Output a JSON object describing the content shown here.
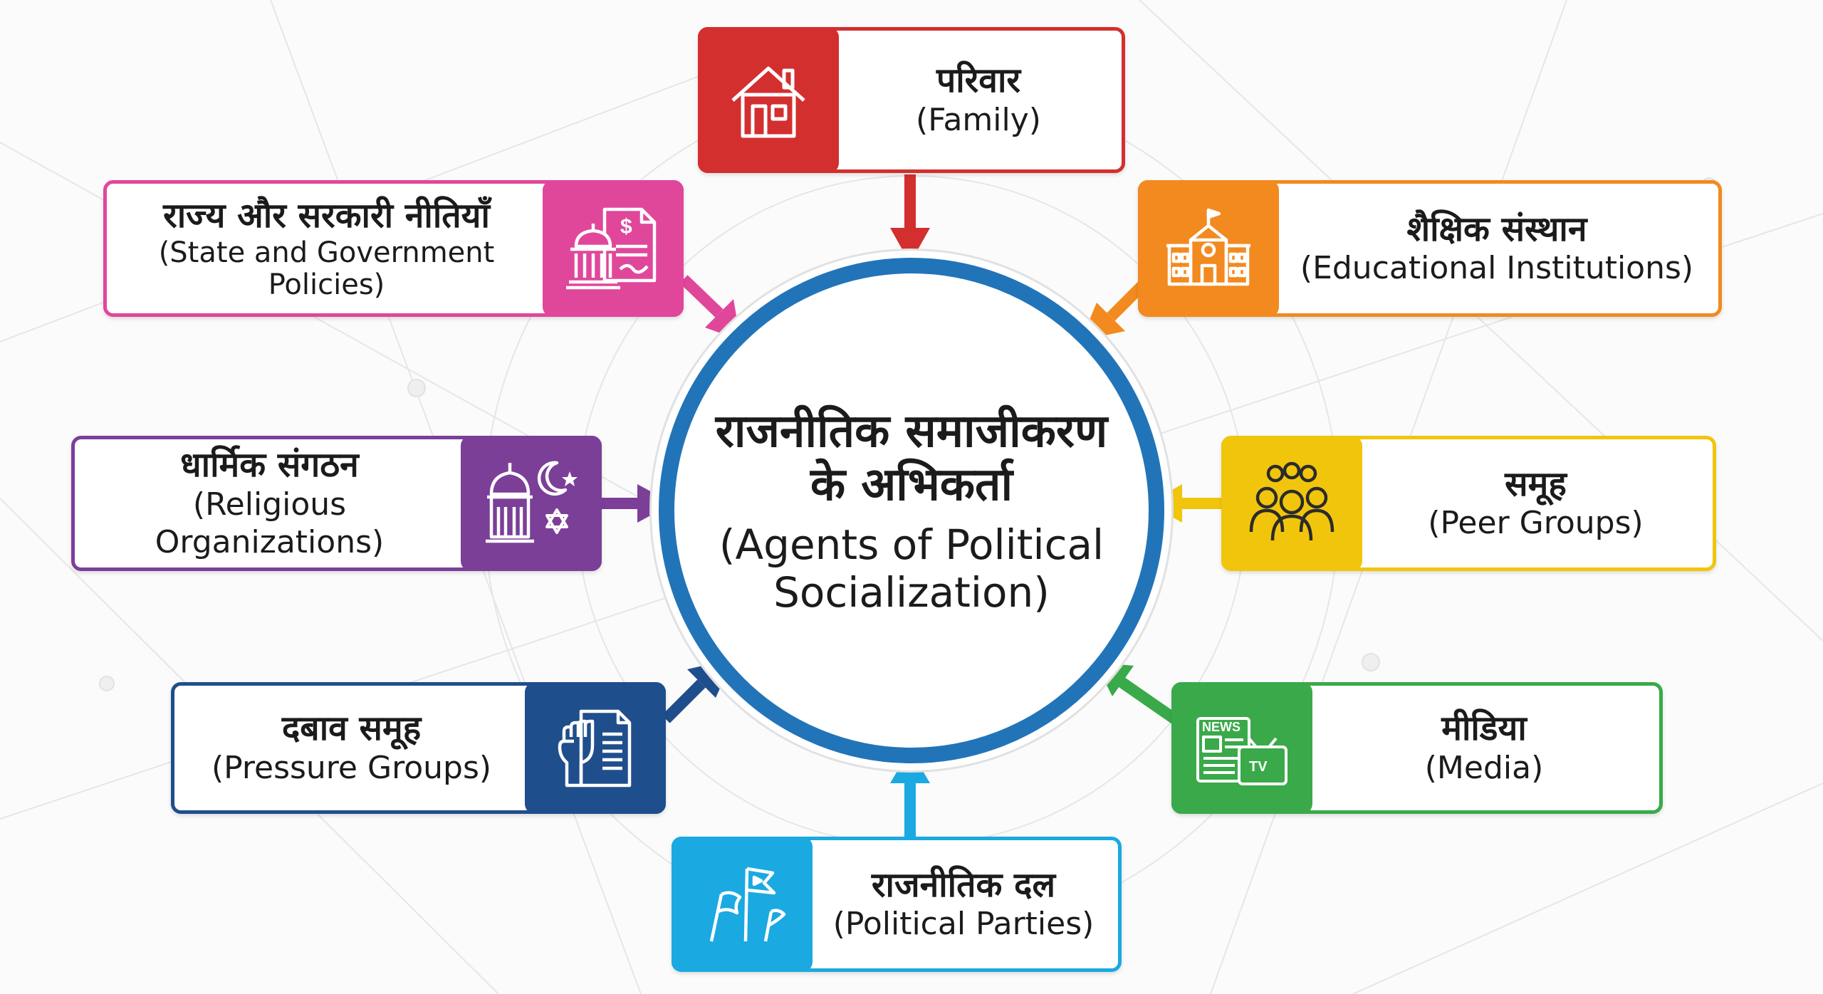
{
  "center": {
    "hindi": "राजनीतिक समाजीकरण के अभिकर्ता",
    "english": "(Agents of Political Socialization)",
    "color": "#2274b9"
  },
  "agents": [
    {
      "id": "family",
      "hindi": "परिवार",
      "english": "(Family)",
      "color": "#d32f2f",
      "icon": "house-icon"
    },
    {
      "id": "education",
      "hindi": "शैक्षिक संस्थान",
      "english": "(Educational Institutions)",
      "color": "#f28a1f",
      "icon": "school-building-icon"
    },
    {
      "id": "peer",
      "hindi": "समूह",
      "english": "(Peer Groups)",
      "color": "#f2c50d",
      "icon": "people-group-icon"
    },
    {
      "id": "media",
      "hindi": "मीडिया",
      "english": "(Media)",
      "color": "#3aa94a",
      "icon": "news-tv-icon"
    },
    {
      "id": "parties",
      "hindi": "राजनीतिक दल",
      "english": "(Political Parties)",
      "color": "#1ba9e1",
      "icon": "flags-icon"
    },
    {
      "id": "pressure",
      "hindi": "दबाव समूह",
      "english": "(Pressure Groups)",
      "color": "#1f4e8c",
      "icon": "fist-document-icon"
    },
    {
      "id": "religious",
      "hindi": "धार्मिक संगठन",
      "english": "(Religious Organizations)",
      "color": "#7b3f98",
      "icon": "religion-symbols-icon"
    },
    {
      "id": "state",
      "hindi": "राज्य और सरकारी नीतियाँ",
      "english": "(State and Government Policies)",
      "color": "#e0479b",
      "icon": "government-policy-icon"
    }
  ]
}
